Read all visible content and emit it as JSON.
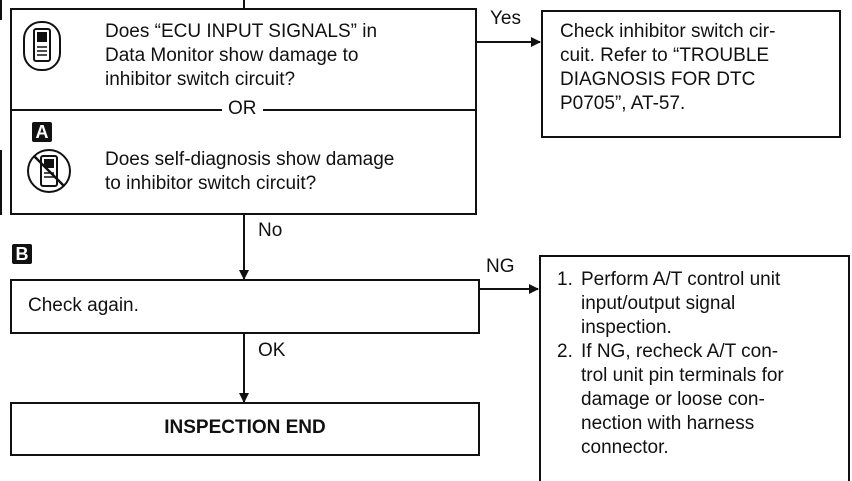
{
  "question_box": {
    "consult_question": "Does “ECU INPUT SIGNALS” in\nData Monitor show damage to\ninhibitor switch circuit?",
    "or_label": "OR",
    "self_diag_badge": "A",
    "self_diag_question": "Does self-diagnosis show damage\nto inhibitor switch circuit?"
  },
  "yes_branch": {
    "label": "Yes",
    "action": "Check inhibitor switch cir-\ncuit. Refer to “TROUBLE\nDIAGNOSIS FOR DTC\nP0705”, AT-57."
  },
  "no_branch": {
    "label": "No"
  },
  "step_b": {
    "badge": "B",
    "check_text": "Check again."
  },
  "ng_branch": {
    "label": "NG",
    "steps": [
      {
        "num": "1.",
        "text": "Perform A/T control unit\ninput/output signal\ninspection."
      },
      {
        "num": "2.",
        "text": "If NG, recheck A/T con-\ntrol unit pin terminals for\ndamage or loose con-\nnection with harness\nconnector."
      }
    ]
  },
  "ok_branch": {
    "label": "OK"
  },
  "end_box": {
    "text": "INSPECTION END"
  },
  "icons": {
    "consult": "consult-tester-icon",
    "self_diag": "no-tools-icon"
  }
}
